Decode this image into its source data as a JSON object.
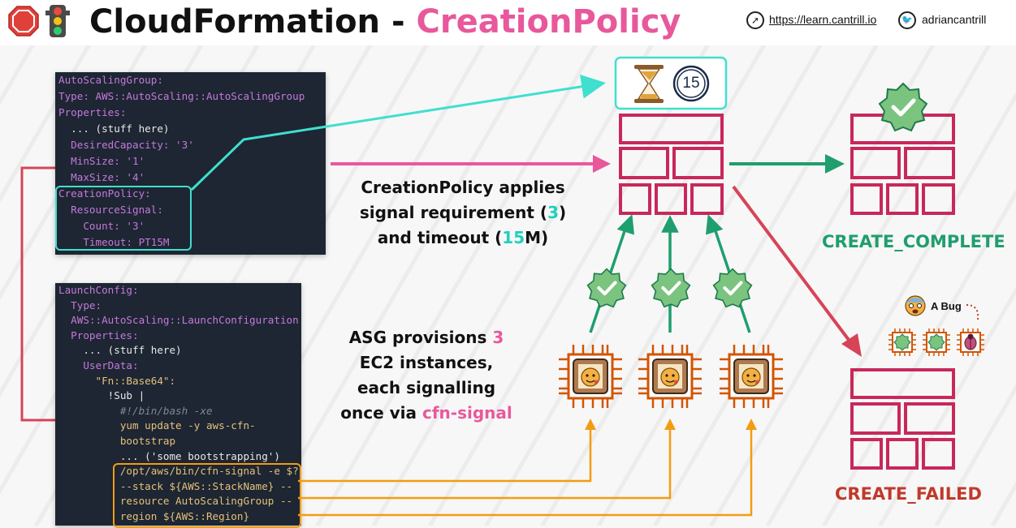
{
  "header": {
    "title_main": "CloudFormation - ",
    "title_accent": "CreationPolicy",
    "link": "https://learn.cantrill.io",
    "handle": "adriancantrill",
    "icons": [
      "stop-sign-icon",
      "traffic-light-icon",
      "compass-icon",
      "twitter-icon"
    ]
  },
  "asg_code": [
    "AutoScalingGroup:",
    "Type: AWS::AutoScaling::AutoScalingGroup",
    "Properties:",
    "  ... (stuff here)",
    "  DesiredCapacity: '3'",
    "  MinSize: '1'",
    "  MaxSize: '4'",
    "CreationPolicy:",
    "  ResourceSignal:",
    "    Count: '3'",
    "    Timeout: PT15M"
  ],
  "lc_code": [
    "LaunchConfig:",
    "  Type:",
    "  AWS::AutoScaling::LaunchConfiguration",
    "  Properties:",
    "    ... (stuff here)",
    "    UserData:",
    "      \"Fn::Base64\":",
    "        !Sub |",
    "          #!/bin/bash -xe",
    "          yum update -y aws-cfn-",
    "          bootstrap",
    "          ... ('some bootstrapping')",
    "          /opt/aws/bin/cfn-signal -e $?",
    "          --stack ${AWS::StackName} --",
    "          resource AutoScalingGroup --",
    "          region ${AWS::Region}"
  ],
  "caption1": {
    "line1": "CreationPolicy applies",
    "line2_pre": "signal requirement (",
    "line2_num": "3",
    "line2_post": ")",
    "line3_pre": "and timeout (",
    "line3_num": "15",
    "line3_post": "M)"
  },
  "caption2": {
    "line1_pre": "ASG provisions ",
    "line1_num": "3",
    "line2": "EC2 instances,",
    "line3": "each signalling",
    "line4_pre": "once via ",
    "line4_accent": "cfn-signal"
  },
  "timer_value": "15",
  "status_complete": "CREATE_COMPLETE",
  "status_failed": "CREATE_FAILED",
  "bug_label": "A Bug",
  "colors": {
    "pink": "#e8589b",
    "teal": "#1fd0bd",
    "green": "#1f9e6e",
    "crimson": "#c8285a",
    "red_fail": "#c0392b",
    "orange": "#f39c12"
  }
}
